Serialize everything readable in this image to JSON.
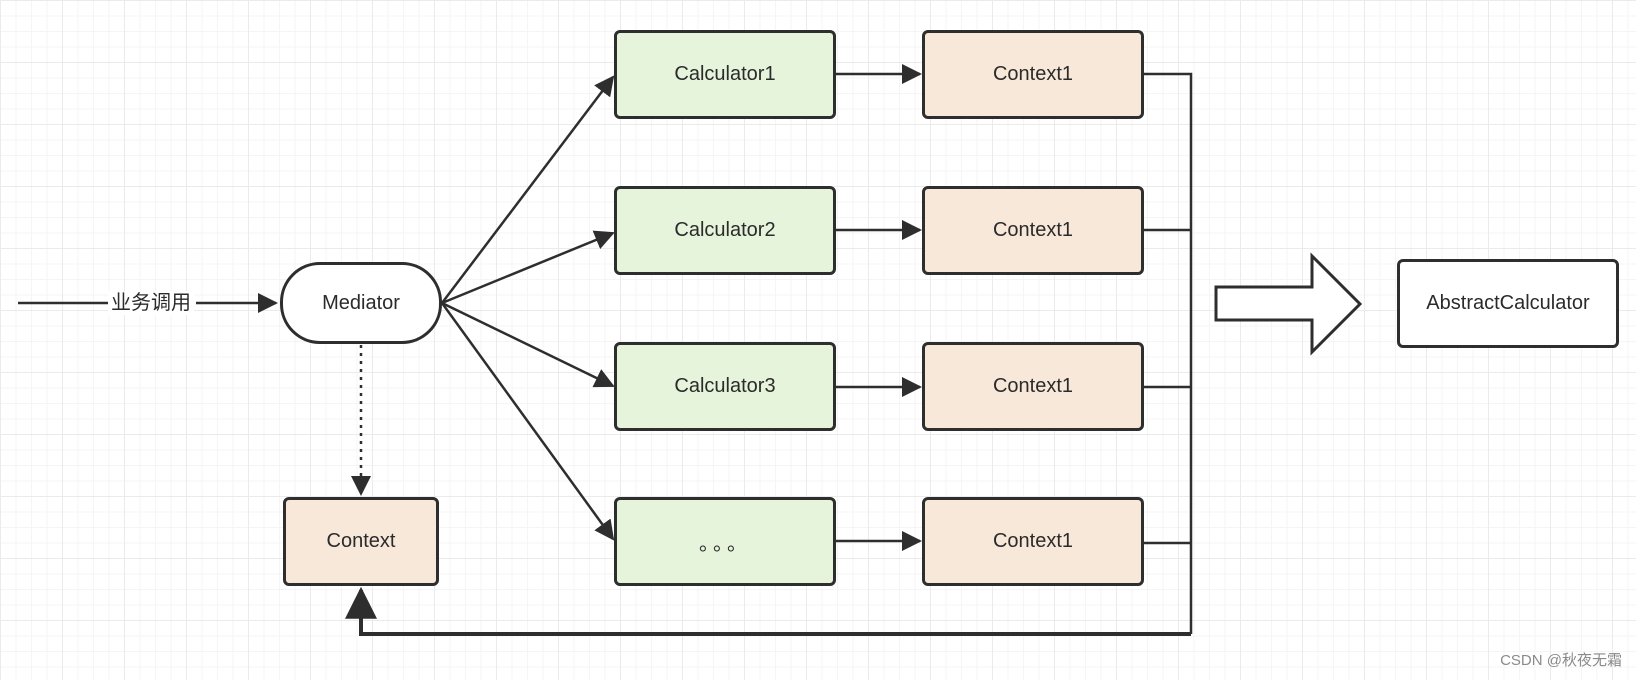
{
  "diagram": {
    "input_label": "业务调用",
    "mediator": "Mediator",
    "context": "Context",
    "calculators": [
      "Calculator1",
      "Calculator2",
      "Calculator3",
      "。。。"
    ],
    "contexts": [
      "Context1",
      "Context1",
      "Context1",
      "Context1"
    ],
    "abstract": "AbstractCalculator"
  },
  "watermark": "CSDN @秋夜无霜",
  "colors": {
    "calculator_fill": "#e7f4dc",
    "context_fill": "#f8e8da",
    "stroke": "#2e2e2e"
  }
}
